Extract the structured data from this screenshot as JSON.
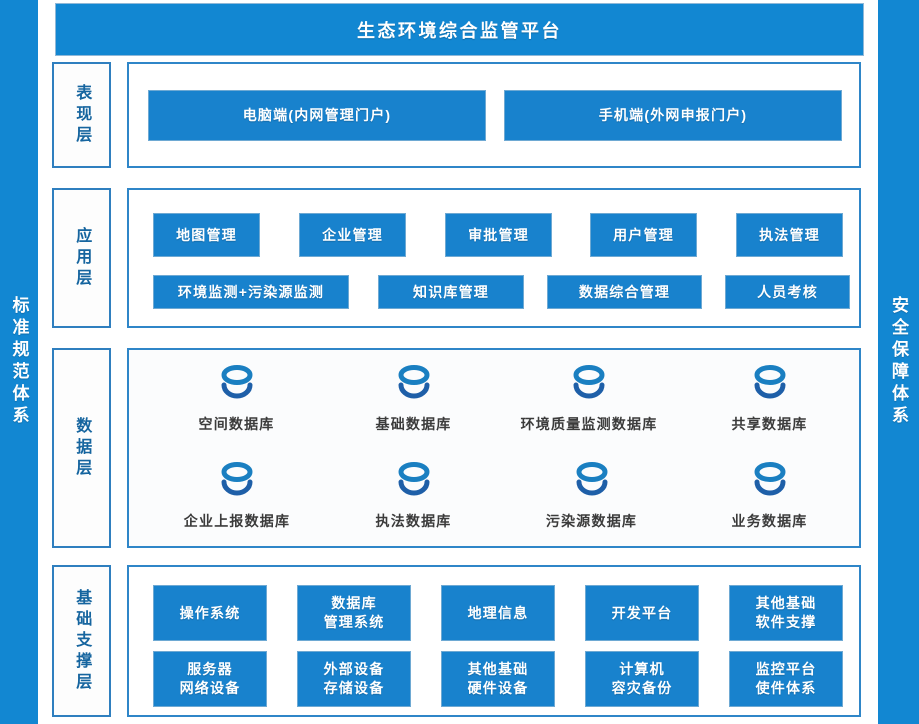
{
  "title": {
    "text": "生态环境综合监管平台"
  },
  "side_bars": {
    "left": {
      "label": "标准规范体系"
    },
    "right": {
      "label": "安全保障体系"
    }
  },
  "layers": [
    {
      "key": "presentation",
      "label": "表现层",
      "items": [
        {
          "label": "电脑端(内网管理门户)"
        },
        {
          "label": "手机端(外网申报门户)"
        }
      ]
    },
    {
      "key": "application",
      "label": "应用层",
      "row1": [
        {
          "label": "地图管理"
        },
        {
          "label": "企业管理"
        },
        {
          "label": "审批管理"
        },
        {
          "label": "用户管理"
        },
        {
          "label": "执法管理"
        }
      ],
      "row2": [
        {
          "label": "环境监测+污染源监测"
        },
        {
          "label": "知识库管理"
        },
        {
          "label": "数据综合管理"
        },
        {
          "label": "人员考核"
        }
      ]
    },
    {
      "key": "data",
      "label": "数据层",
      "row1": [
        {
          "label": "空间数据库",
          "icon": "database-icon"
        },
        {
          "label": "基础数据库",
          "icon": "database-icon"
        },
        {
          "label": "环境质量监测数据库",
          "icon": "database-icon"
        },
        {
          "label": "共享数据库",
          "icon": "database-icon"
        }
      ],
      "row2": [
        {
          "label": "企业上报数据库",
          "icon": "database-icon"
        },
        {
          "label": "执法数据库",
          "icon": "database-icon"
        },
        {
          "label": "污染源数据库",
          "icon": "database-icon"
        },
        {
          "label": "业务数据库",
          "icon": "database-icon"
        }
      ]
    },
    {
      "key": "infrastructure",
      "label": "基础支撑层",
      "row1": [
        {
          "line1": "操作系统",
          "line2": ""
        },
        {
          "line1": "数据库",
          "line2": "管理系统"
        },
        {
          "line1": "地理信息",
          "line2": ""
        },
        {
          "line1": "开发平台",
          "line2": ""
        },
        {
          "line1": "其他基础",
          "line2": "软件支撑"
        }
      ],
      "row2": [
        {
          "line1": "服务器",
          "line2": "网络设备"
        },
        {
          "line1": "外部设备",
          "line2": "存储设备"
        },
        {
          "line1": "其他基础",
          "line2": "硬件设备"
        },
        {
          "line1": "计算机",
          "line2": "容灾备份"
        },
        {
          "line1": "监控平台",
          "line2": "使件体系"
        }
      ]
    }
  ],
  "colors": {
    "brand_blue": "#1287d2",
    "box_blue": "#1882cd",
    "panel_border": "#2f86c8",
    "label_text": "#16659f",
    "caption_text": "#3b3b3b"
  }
}
